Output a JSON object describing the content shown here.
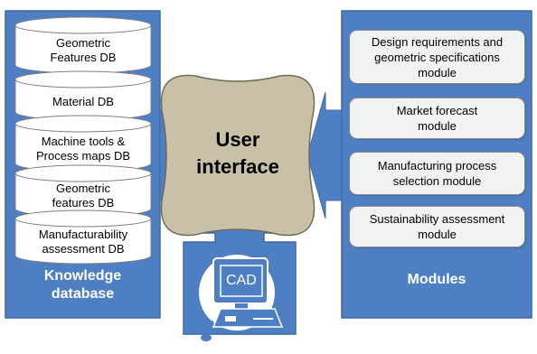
{
  "colors": {
    "panel_blue": "#4f7fc3",
    "panel_border": "#3f6aa8",
    "cylinder_fill": "#ffffff",
    "module_fill": "#f2f2f2",
    "ui_fill": "#c9c1a6"
  },
  "knowledge_database": {
    "title_line1": "Knowledge",
    "title_line2": "database",
    "items": [
      {
        "line1": "Geometric",
        "line2": "Features DB"
      },
      {
        "line1": "Material DB",
        "line2": ""
      },
      {
        "line1": "Machine tools &",
        "line2": "Process maps DB"
      },
      {
        "line1": "Geometric",
        "line2": "features DB"
      },
      {
        "line1": "Manufacturability",
        "line2": "assessment DB"
      }
    ]
  },
  "modules_panel": {
    "title": "Modules",
    "items": [
      {
        "line1": "Design requirements and",
        "line2": "geometric specifications",
        "line3": "module"
      },
      {
        "line1": "Market forecast",
        "line2": "module",
        "line3": ""
      },
      {
        "line1": "Manufacturing process",
        "line2": "selection module",
        "line3": ""
      },
      {
        "line1": "Sustainability assessment",
        "line2": "module",
        "line3": ""
      }
    ]
  },
  "user_interface": {
    "line1": "User",
    "line2": "interface"
  },
  "cad": {
    "label": "CAD",
    "icon": "computer-cad-icon"
  }
}
